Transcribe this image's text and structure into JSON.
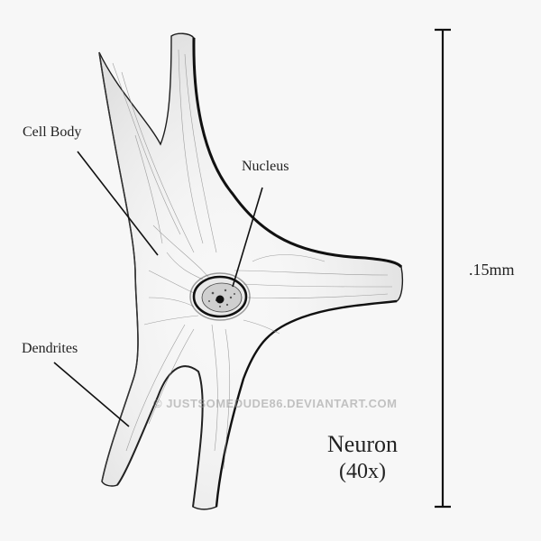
{
  "labels": {
    "cell_body": "Cell Body",
    "nucleus": "Nucleus",
    "dendrites": "Dendrites",
    "scale": ".15mm",
    "title": "Neuron",
    "magnification": "(40x)"
  },
  "watermark": "© JUSTSOMEDUDE86.DEVIANTART.COM",
  "colors": {
    "background": "#f7f7f7",
    "ink": "#1e1e1e",
    "shading": "#9a9a9a"
  }
}
